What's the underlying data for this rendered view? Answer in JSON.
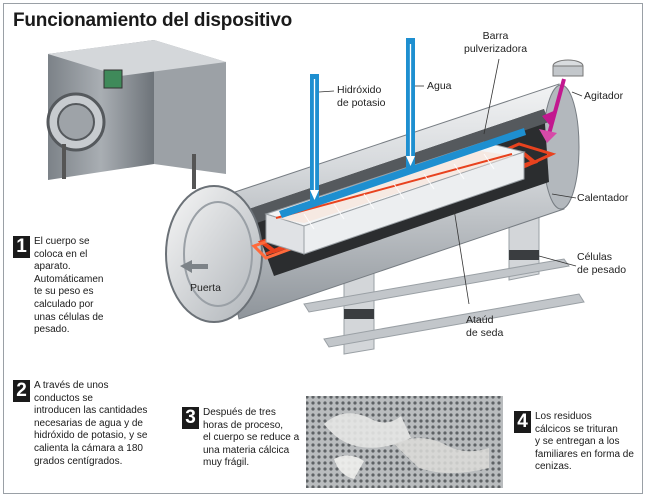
{
  "title": "Funcionamiento del dispositivo",
  "labels": {
    "hidroxido": "Hidróxido\nde potasio",
    "agua": "Agua",
    "barra": "Barra\npulverizadora",
    "agitador": "Agitador",
    "calentador": "Calentador",
    "celulas": "Células\nde pesado",
    "ataud": "Ataúd\nde seda",
    "puerta": "Puerta"
  },
  "steps": [
    {
      "num": "1",
      "text": "El cuerpo se\ncoloca en el\naparato.\nAutomáticamen\nte su peso es\ncalculado por\nunas células de\npesado."
    },
    {
      "num": "2",
      "text": "A través de unos\nconductos se\nintroducen las cantidades\nnecesarias de agua y de\nhidróxido de potasio, y se\ncalienta la cámara a 180\ngrados centígrados."
    },
    {
      "num": "3",
      "text": "Después de tres\nhoras de proceso,\nel cuerpo se reduce a\nuna materia cálcica\nmuy frágil."
    },
    {
      "num": "4",
      "text": "Los residuos\ncálcicos se trituran\ny se entregan a los\nfamiliares en forma de\ncenizas."
    }
  ],
  "colors": {
    "pipe": "#1e8fd0",
    "heater": "#e8421e",
    "agitator": "#c2188f",
    "steel": "#c9ccd0"
  }
}
